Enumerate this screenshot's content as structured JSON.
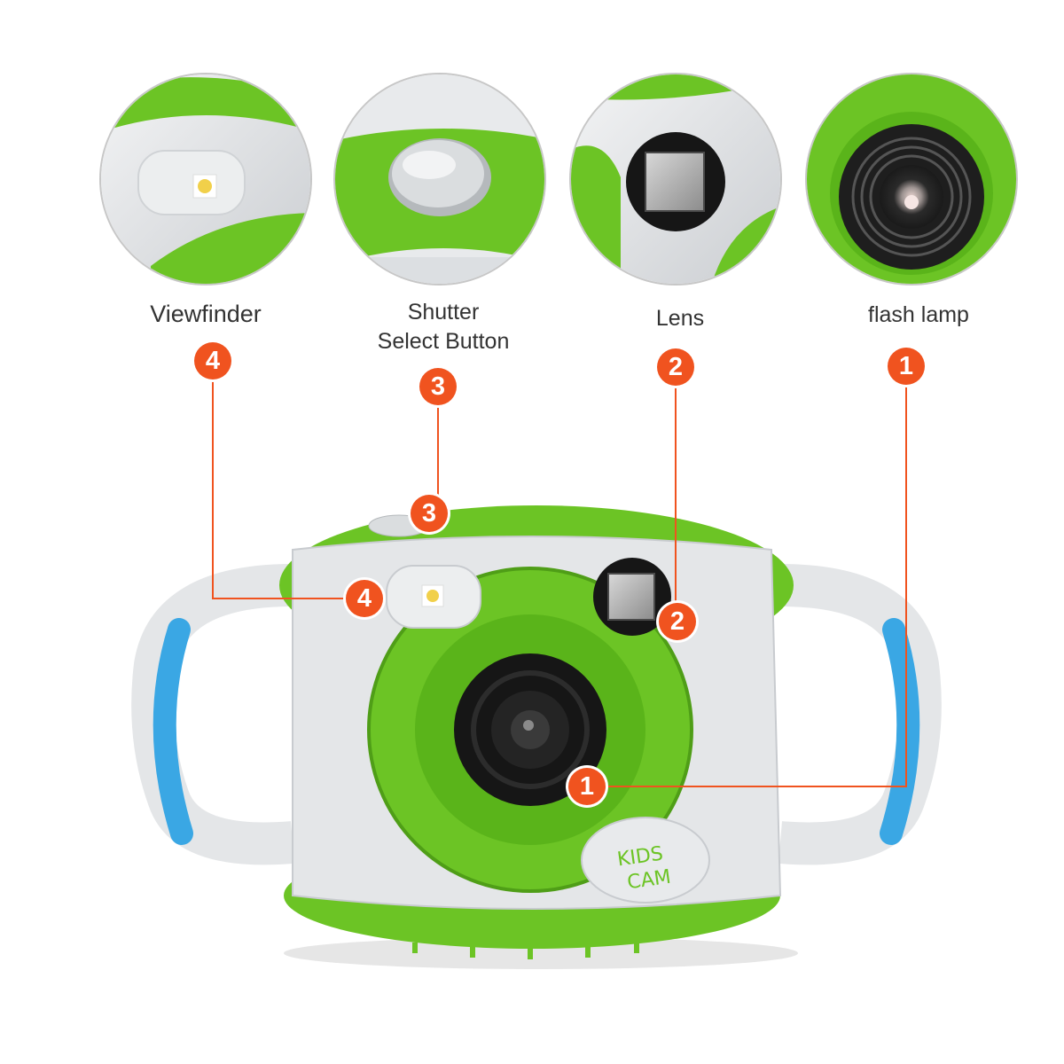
{
  "labels": {
    "viewfinder": "Viewfinder",
    "shutter_line1": "Shutter",
    "shutter_line2": "Select Button",
    "lens": "Lens",
    "flash": "flash lamp"
  },
  "callouts": {
    "one": "1",
    "two": "2",
    "three": "3",
    "four": "4"
  },
  "camera": {
    "logo_line1": "KIDS",
    "logo_line2": "CAM"
  },
  "colors": {
    "body_green": "#6cc425",
    "body_silver": "#e4e6e8",
    "grip_blue": "#3aa7e4",
    "callout_orange": "#f0531f"
  }
}
